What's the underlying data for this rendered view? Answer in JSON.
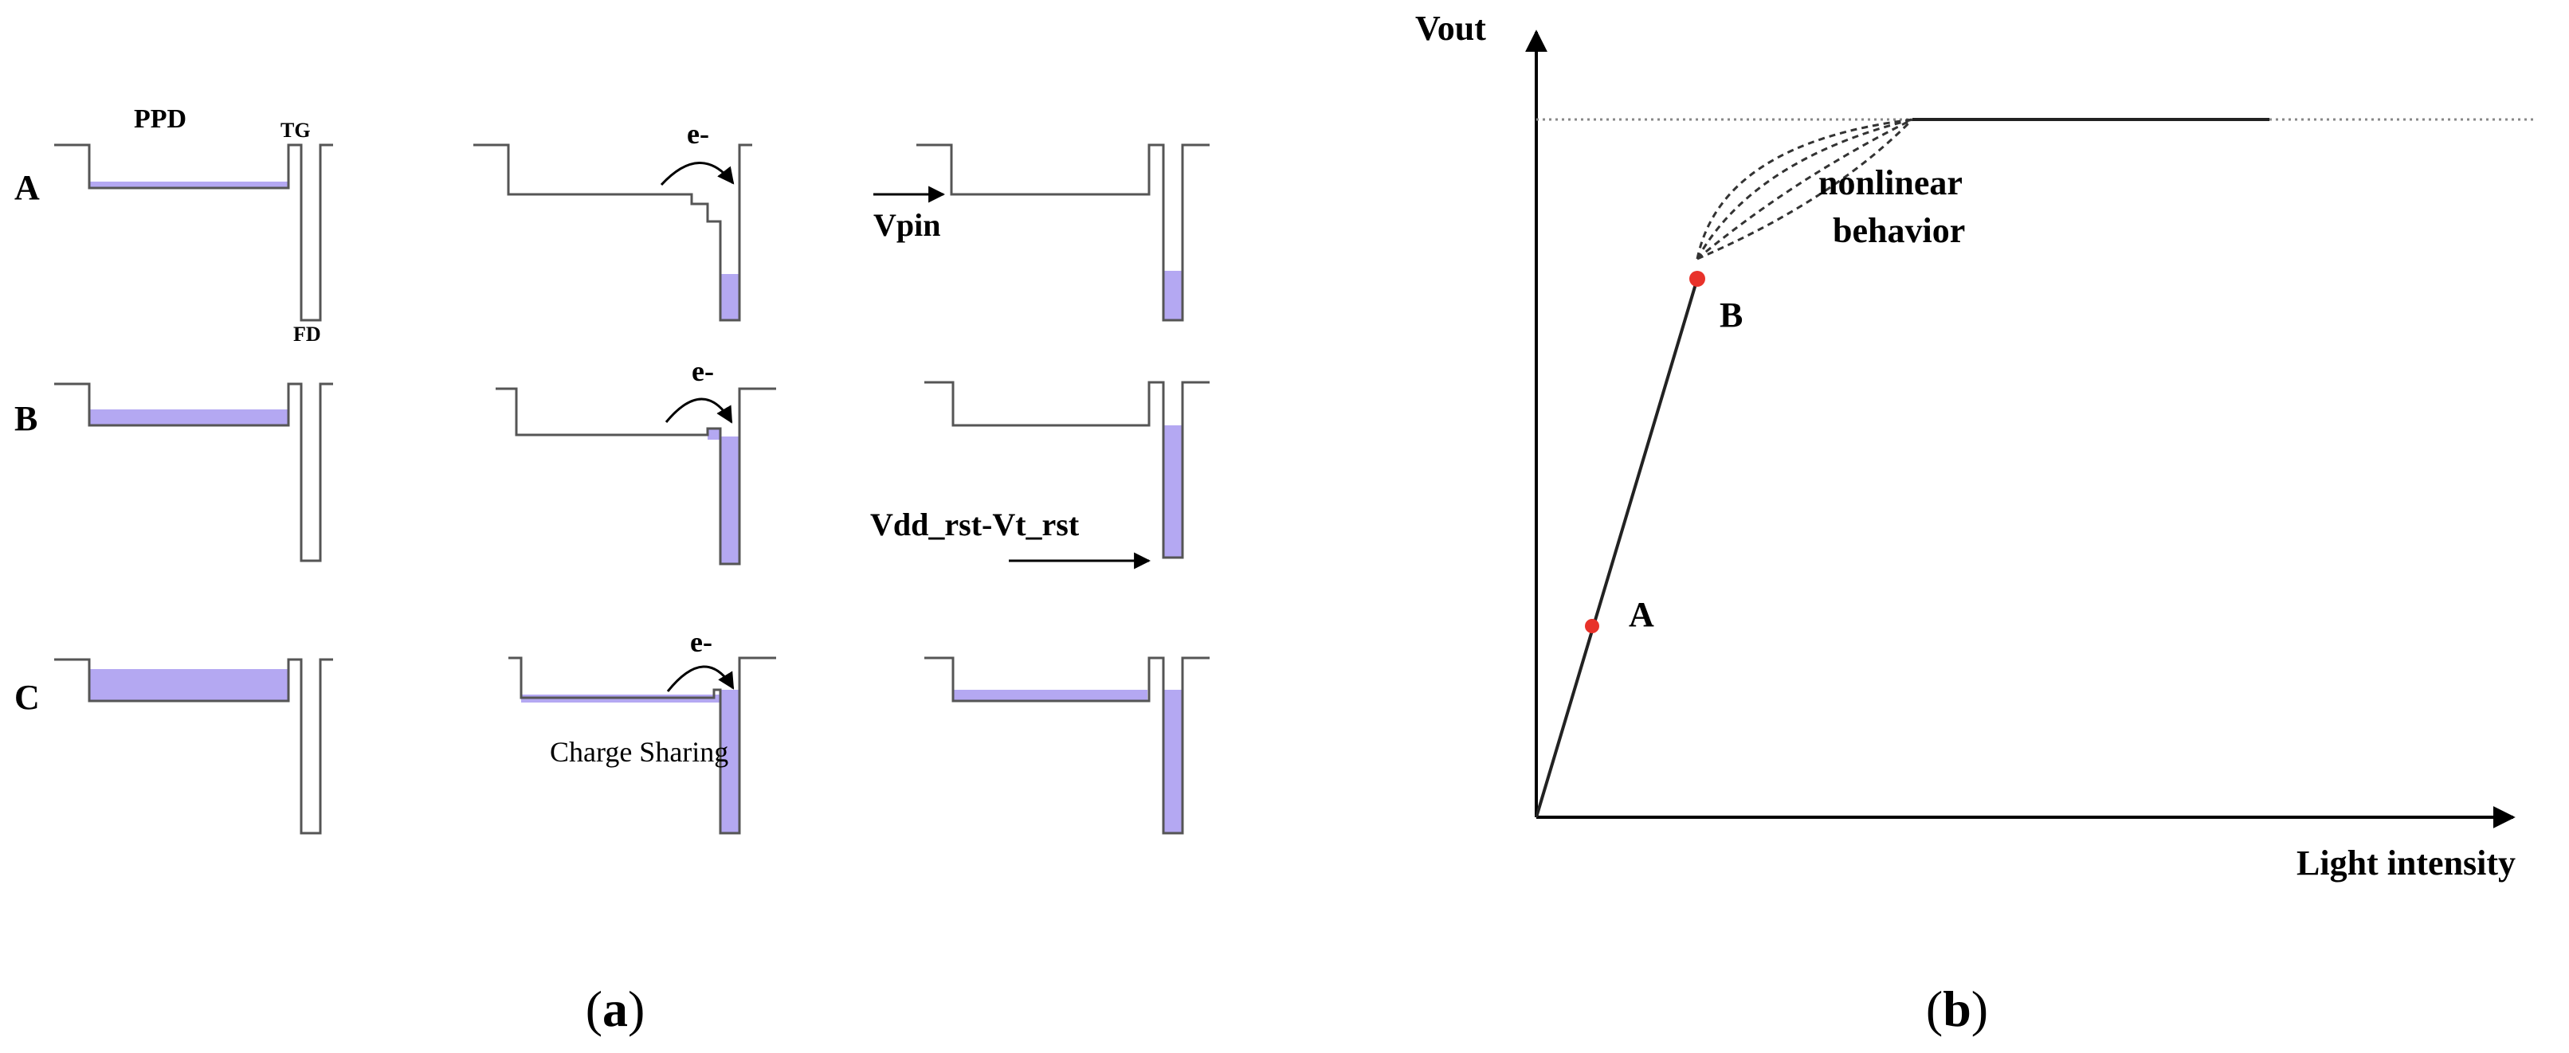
{
  "panel_a": {
    "caption_text": "a",
    "labels": {
      "ppd": "PPD",
      "tg": "TG",
      "fd": "FD",
      "electron": "e-",
      "vpin": "Vpin",
      "vdd": "Vdd_rst-Vt_rst",
      "charge_sharing": "Charge Sharing"
    },
    "rows": [
      "A",
      "B",
      "C"
    ]
  },
  "panel_b": {
    "caption_text": "b",
    "y_label": "Vout",
    "x_label": "Light intensity",
    "nonlinear_line1": "nonlinear",
    "nonlinear_line2": "behavior",
    "point_a": "A",
    "point_b": "B"
  },
  "colors": {
    "charge": "#b4a8f2",
    "point": "#e8322a",
    "outline": "#555555"
  }
}
